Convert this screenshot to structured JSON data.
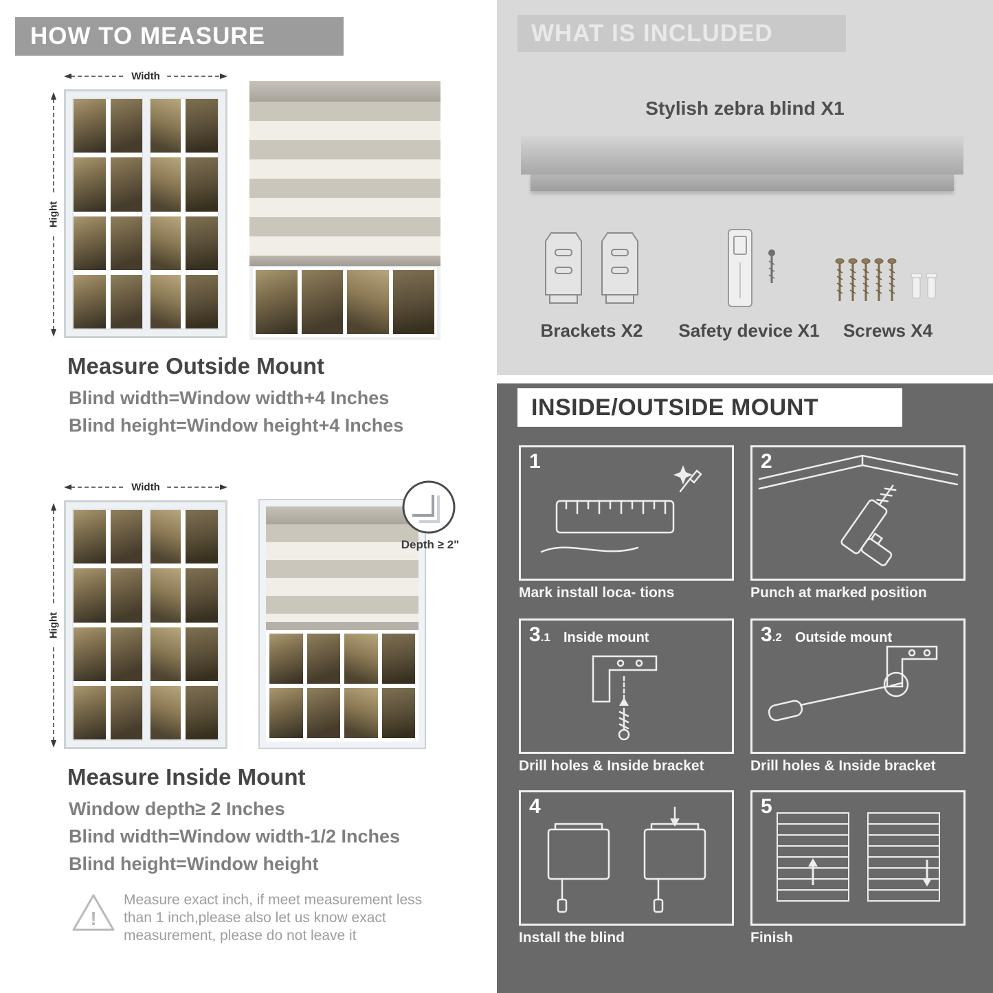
{
  "colors": {
    "left_banner": "#9c9c9c",
    "right_banner": "#c9c9c9",
    "light_section_bg": "#d9d9d9",
    "dark_section_bg": "#696969",
    "title_text": "#454545",
    "sub_text": "#7f7f7f"
  },
  "left": {
    "header": "HOW TO MEASURE",
    "outside_figure": {
      "width_label": "Width",
      "height_label": "Hight"
    },
    "outside": {
      "title": "Measure Outside Mount",
      "lines": [
        "Blind width=Window width+4 Inches",
        "Blind height=Window height+4 Inches"
      ]
    },
    "inside_figure": {
      "width_label": "Width",
      "height_label": "Hight",
      "depth_callout": "Depth ≥ 2\""
    },
    "inside": {
      "title": "Measure Inside Mount",
      "lines": [
        "Window depth≥ 2 Inches",
        "Blind width=Window width-1/2 Inches",
        "Blind height=Window height"
      ]
    },
    "warning": {
      "icon": "!",
      "text": "Measure exact inch, if meet measurement less than 1 inch,please also let us know exact measurement, please do not leave it"
    }
  },
  "right": {
    "included": {
      "header": "WHAT IS INCLUDED",
      "product_label": "Stylish zebra blind X1",
      "items": [
        {
          "icon": "brackets-icon",
          "label": "Brackets X2"
        },
        {
          "icon": "safety-device-icon",
          "label": "Safety device X1"
        },
        {
          "icon": "screws-icon",
          "label": "Screws X4"
        }
      ]
    },
    "mount": {
      "header": "INSIDE/OUTSIDE MOUNT",
      "steps": [
        {
          "num": "1",
          "caption": "Mark install loca- tions"
        },
        {
          "num": "2",
          "caption": "Punch at  marked position"
        },
        {
          "num": "3",
          "sub": ".1",
          "title": "Inside mount",
          "caption": "Drill holes &  Inside bracket"
        },
        {
          "num": "3",
          "sub": ".2",
          "title": "Outside mount",
          "caption": "Drill holes &  Inside bracket"
        },
        {
          "num": "4",
          "caption": "Install the blind"
        },
        {
          "num": "5",
          "caption": "Finish"
        }
      ]
    }
  }
}
